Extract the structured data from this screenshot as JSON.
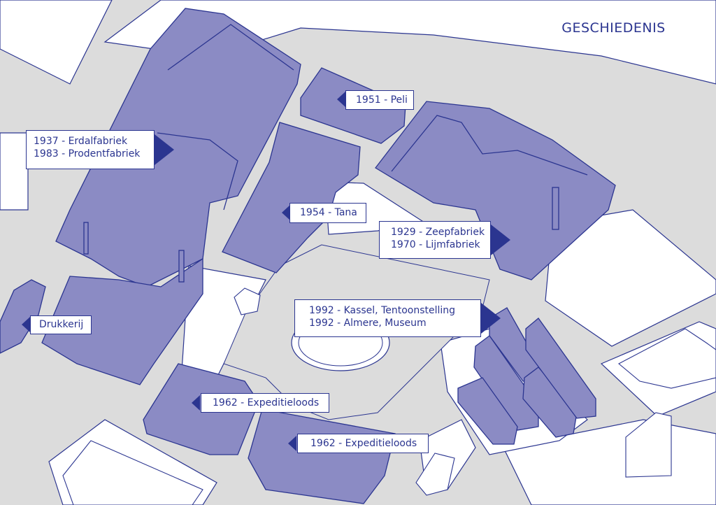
{
  "title": "GESCHIEDENIS",
  "colors": {
    "background": "#dcdcdc",
    "road": "#ffffff",
    "building_highlight": "#8b8bc4",
    "outline": "#2b3590",
    "label_text": "#2b3590",
    "label_bg": "#ffffff"
  },
  "labels": {
    "erdal": [
      "1937 - Erdalfabriek",
      "1983 - Prodentfabriek"
    ],
    "peli": [
      "1951 - Peli"
    ],
    "tana": [
      "1954 - Tana"
    ],
    "zeep": [
      "1929 - Zeepfabriek",
      "1970 - Lijmfabriek"
    ],
    "kassel": [
      "1992 - Kassel, Tentoonstelling",
      "1992 - Almere, Museum"
    ],
    "drukkerij": [
      "Drukkerij"
    ],
    "expeditie1": [
      "1962 - Expeditieloods"
    ],
    "expeditie2": [
      "1962 - Expeditieloods"
    ]
  }
}
